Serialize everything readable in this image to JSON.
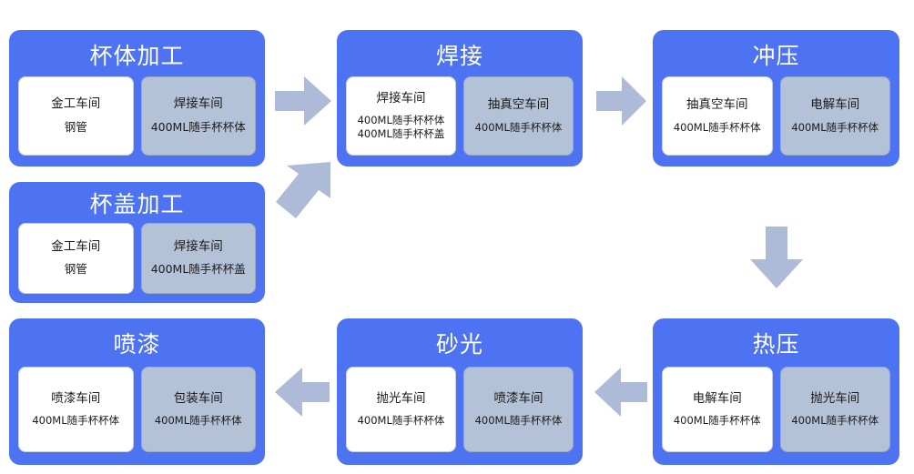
{
  "diagram": {
    "title_text_color": "#ffffff",
    "node_color": "#4d73f2",
    "card_white_color": "#ffffff",
    "card_gray_color": "#b4c2d8",
    "arrow_color": "#aebbd8",
    "background": "#ffffff"
  },
  "nodes": [
    {
      "id": "cup-body-processing",
      "title": "杯体加工",
      "cards": [
        {
          "style": "white",
          "shop": "金工车间",
          "items": [
            "钢管"
          ]
        },
        {
          "style": "gray",
          "shop": "焊接车间",
          "items": [
            "400ML随手杯杯体"
          ]
        }
      ]
    },
    {
      "id": "welding",
      "title": "焊接",
      "cards": [
        {
          "style": "white",
          "shop": "焊接车间",
          "items": [
            "400ML随手杯杯体",
            "400ML随手杯杯盖"
          ]
        },
        {
          "style": "gray",
          "shop": "抽真空车间",
          "items": [
            "400ML随手杯杯体"
          ]
        }
      ]
    },
    {
      "id": "stamping",
      "title": "冲压",
      "cards": [
        {
          "style": "white",
          "shop": "抽真空车间",
          "items": [
            "400ML随手杯杯体"
          ]
        },
        {
          "style": "gray",
          "shop": "电解车间",
          "items": [
            "400ML随手杯杯体"
          ]
        }
      ]
    },
    {
      "id": "cup-lid-processing",
      "title": "杯盖加工",
      "cards": [
        {
          "style": "white",
          "shop": "金工车间",
          "items": [
            "钢管"
          ]
        },
        {
          "style": "gray",
          "shop": "焊接车间",
          "items": [
            "400ML随手杯杯盖"
          ]
        }
      ]
    },
    {
      "id": "spray-painting",
      "title": "喷漆",
      "cards": [
        {
          "style": "white",
          "shop": "喷漆车间",
          "items": [
            "400ML随手杯杯体"
          ]
        },
        {
          "style": "gray",
          "shop": "包装车间",
          "items": [
            "400ML随手杯杯体"
          ]
        }
      ]
    },
    {
      "id": "sanding",
      "title": "砂光",
      "cards": [
        {
          "style": "white",
          "shop": "抛光车间",
          "items": [
            "400ML随手杯杯体"
          ]
        },
        {
          "style": "gray",
          "shop": "喷漆车间",
          "items": [
            "400ML随手杯杯体"
          ]
        }
      ]
    },
    {
      "id": "hot-pressing",
      "title": "热压",
      "cards": [
        {
          "style": "white",
          "shop": "电解车间",
          "items": [
            "400ML随手杯杯体"
          ]
        },
        {
          "style": "gray",
          "shop": "抛光车间",
          "items": [
            "400ML随手杯杯体"
          ]
        }
      ]
    }
  ],
  "arrows": [
    {
      "id": "arrow-body-to-welding",
      "direction": "right"
    },
    {
      "id": "arrow-welding-to-stamping",
      "direction": "right"
    },
    {
      "id": "arrow-lid-to-welding",
      "direction": "up-right"
    },
    {
      "id": "arrow-stamping-to-hotpress",
      "direction": "down"
    },
    {
      "id": "arrow-hotpress-to-sanding",
      "direction": "left"
    },
    {
      "id": "arrow-sanding-to-spray",
      "direction": "left"
    }
  ]
}
